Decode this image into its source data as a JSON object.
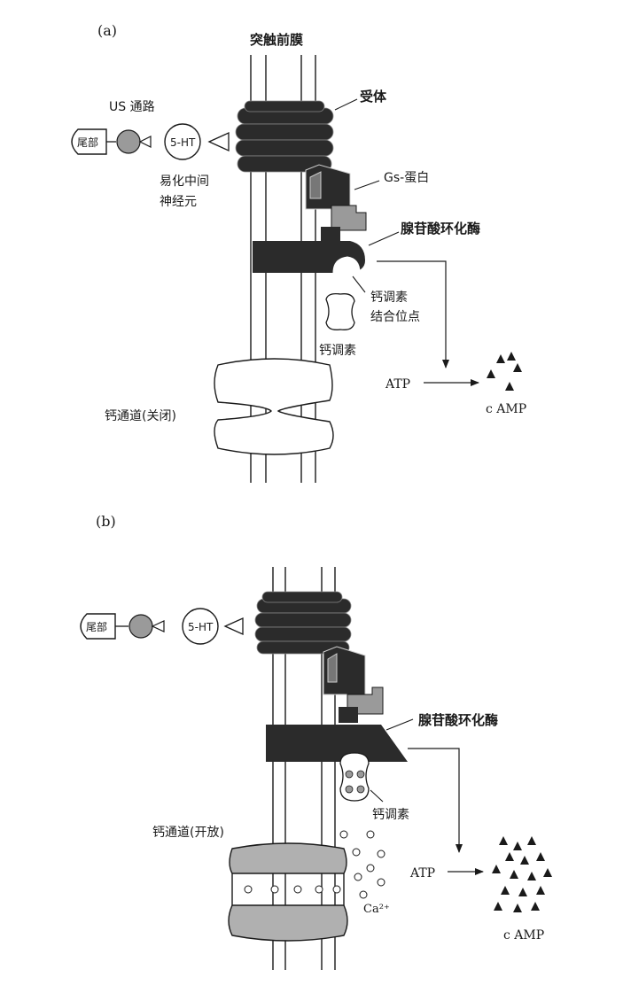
{
  "panel_a": {
    "tag": "(a)",
    "membrane_label": "突触前膜",
    "us_pathway": "US 通路",
    "tail": "尾部",
    "transmitter": "5-HT",
    "facilitating_neuron_line1": "易化中间",
    "facilitating_neuron_line2": "神经元",
    "receptor": "受体",
    "gs_protein": "Gs-蛋白",
    "adenylyl_cyclase": "腺苷酸环化酶",
    "calmodulin_site_line1": "钙调素",
    "calmodulin_site_line2": "结合位点",
    "calmodulin": "钙调素",
    "atp": "ATP",
    "camp": "c AMP",
    "channel": "钙通道(关闭)"
  },
  "panel_b": {
    "tag": "(b)",
    "tail": "尾部",
    "transmitter": "5-HT",
    "adenylyl_cyclase": "腺苷酸环化酶",
    "calmodulin": "钙调素",
    "channel": "钙通道(开放)",
    "atp": "ATP",
    "calcium": "Ca²⁺",
    "camp": "c AMP"
  },
  "colors": {
    "dark_protein": "#2b2b2b",
    "gray_protein": "#9a9a9a",
    "open_channel": "#b0b0b0",
    "line": "#1a1a1a"
  }
}
